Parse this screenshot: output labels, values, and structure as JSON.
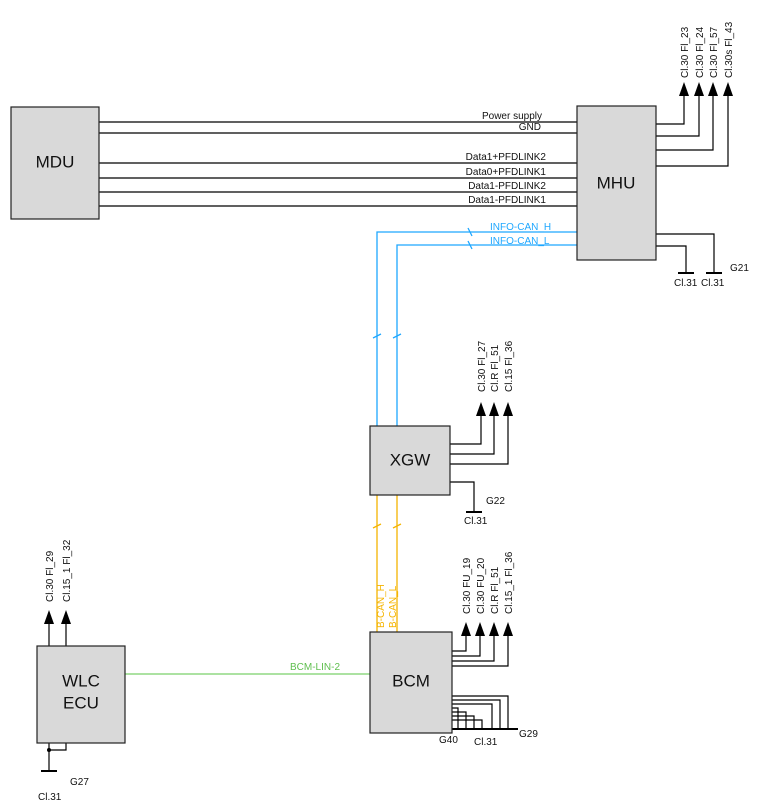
{
  "modules": {
    "mdu": "MDU",
    "mhu": "MHU",
    "xgw": "XGW",
    "bcm": "BCM",
    "wlc_line1": "WLC",
    "wlc_line2": "ECU"
  },
  "mdu_mhu_wires": [
    "Power supply",
    "GND",
    "Data1+PFDLINK2",
    "Data0+PFDLINK1",
    "Data1-PFDLINK2",
    "Data1-PFDLINK1"
  ],
  "info_can": {
    "high": "INFO-CAN_H",
    "low": "INFO-CAN_L",
    "color": "#1ea7ff"
  },
  "b_can": {
    "high": "B-CAN_H",
    "low": "B-CAN_L",
    "color": "#f5b400"
  },
  "lin": {
    "label": "BCM-LIN-2",
    "color": "#7bd06b"
  },
  "mhu_power": [
    "Cl.30 Fl_23",
    "Cl.30 Fl_24",
    "Cl.30 Fl_57",
    "Cl.30s Fl_43"
  ],
  "mhu_ground": {
    "left": "Cl.31",
    "right": "Cl.31",
    "point": "G21"
  },
  "xgw_power": [
    "Cl.30 Fl_27",
    "Cl.R Fl_51",
    "Cl.15 Fl_36"
  ],
  "xgw_ground": {
    "terminal": "Cl.31",
    "point": "G22"
  },
  "bcm_power": [
    "Cl.30 FU_19",
    "Cl.30 FU_20",
    "Cl.R Fl_51",
    "Cl.15_1 Fl_36"
  ],
  "bcm_ground": {
    "point_left": "G40",
    "terminal": "Cl.31",
    "point_right": "G29"
  },
  "wlc_power": [
    "Cl.30 Fl_29",
    "Cl.15_1 Fl_32"
  ],
  "wlc_ground": {
    "terminal": "Cl.31",
    "point": "G27"
  }
}
